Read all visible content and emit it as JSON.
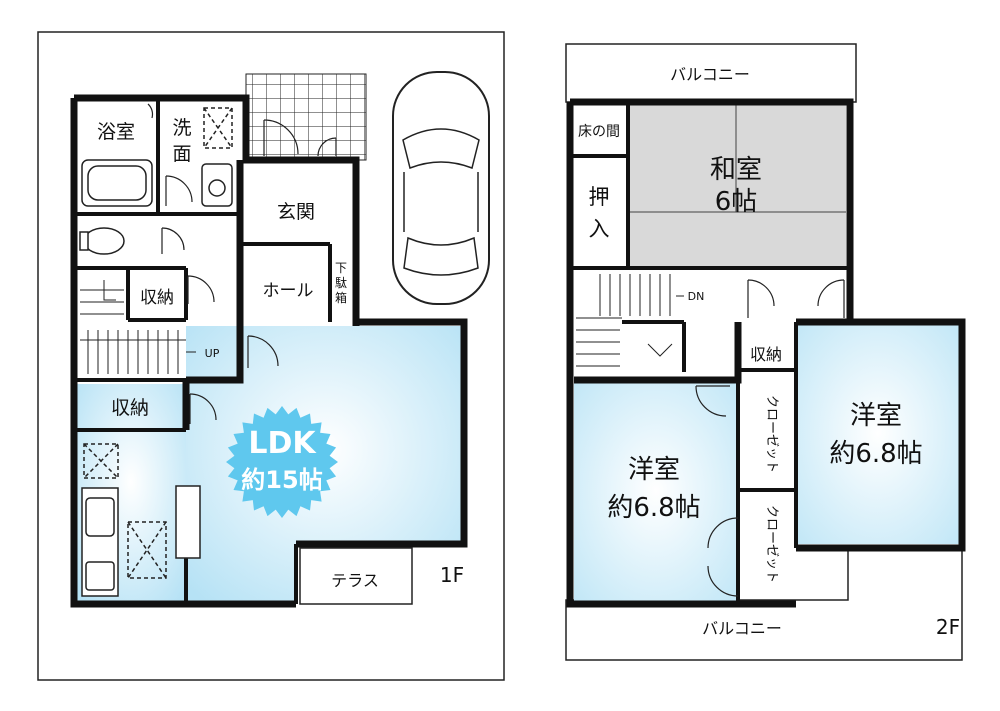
{
  "floor1": {
    "floor_label": "1F",
    "rooms": {
      "bath": "浴室",
      "wash": "洗\n面",
      "entrance": "玄関",
      "hall": "ホール",
      "shoe_box": "下\n駄\n箱",
      "storage_top": "収納",
      "storage_mid": "収納",
      "ldk": "LDK",
      "ldk_size": "約15帖",
      "terrace": "テラス",
      "stairs": "UP"
    },
    "ldk_color": "#5fc8ee"
  },
  "floor2": {
    "floor_label": "2F",
    "rooms": {
      "balcony_top": "バルコニー",
      "balcony_bottom": "バルコニー",
      "tokonoma": "床の間",
      "oshiire": "押\n入",
      "washitsu": "和室",
      "washitsu_size": "6帖",
      "stairs": "DN",
      "storage": "収納",
      "closet_1": "クローゼット",
      "closet_2": "クローゼット",
      "western_1": "洋室",
      "western_1_size": "約6.8帖",
      "western_2": "洋室",
      "western_2_size": "約6.8帖"
    },
    "washitsu_color": "#d9d9d9",
    "western_color": "#bfe6f7"
  }
}
